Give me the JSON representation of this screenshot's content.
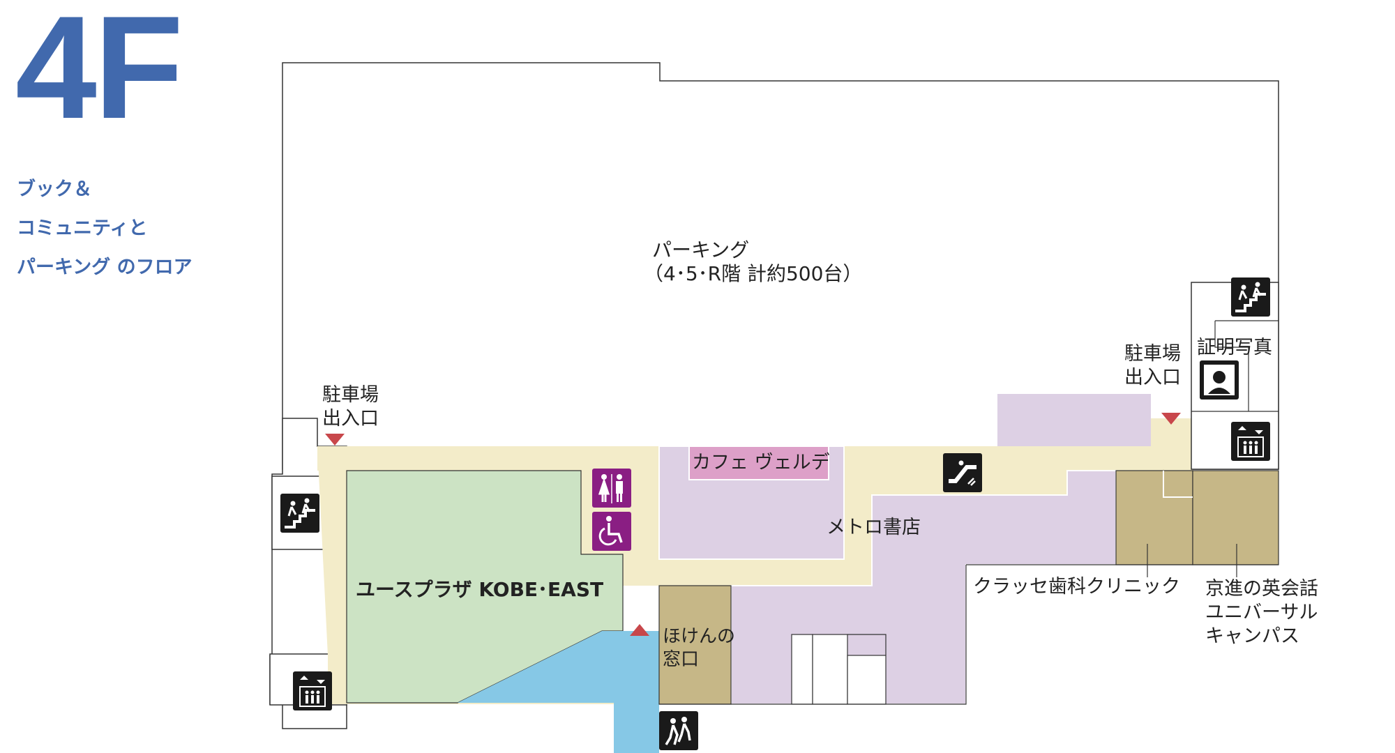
{
  "floor": {
    "number": "4F",
    "description": [
      "ブック＆",
      "コミュニティと",
      "パーキング のフロア"
    ]
  },
  "map": {
    "parking": {
      "name": "パーキング",
      "detail": "（4･5･R階 計約500台）"
    },
    "parking_entrance_left": [
      "駐車場",
      "出入口"
    ],
    "parking_entrance_right": [
      "駐車場",
      "出入口"
    ],
    "id_photo": "証明写真",
    "youth_plaza": "ユースプラザ KOBE･EAST",
    "cafe": "カフェ ヴェルデ",
    "bookstore": "メトロ書店",
    "insurance": [
      "ほけんの",
      "窓口"
    ],
    "dental": "クラッセ歯科クリニック",
    "english_school": [
      "京進の英会話",
      "ユニバーサル",
      "キャンパス"
    ]
  },
  "colors": {
    "brand_blue": "#4169ad",
    "corridor": "#f3ecc9",
    "youth_plaza": "#cce3c4",
    "bookstore": "#ddd0e4",
    "clinic": "#c6b787",
    "cafe": "#dda0c8",
    "atrium": "#86c8e6",
    "restroom_icon_bg": "#8a1e83",
    "marker": "#c8474b",
    "icon_bg": "#1a1a1a"
  },
  "icons": [
    "stairs-icon",
    "elevator-icon",
    "escalator-icon",
    "restroom-icon",
    "accessible-restroom-icon",
    "id-photo-icon",
    "walking-icon",
    "entrance-marker-icon"
  ]
}
